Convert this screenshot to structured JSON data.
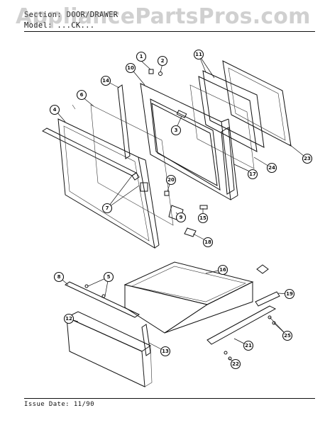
{
  "header": {
    "section_line": "Section: DOOR/DRAWER",
    "model_line": "Model: ...CK..."
  },
  "watermark": "AppliancePartsPros.com",
  "footer": {
    "issue": "Issue Date: 11/90"
  },
  "callouts": {
    "c1": "1",
    "c2": "2",
    "c3": "3",
    "c4": "4",
    "c5": "5",
    "c6": "6",
    "c7": "7",
    "c8": "8",
    "c9": "9",
    "c10": "10",
    "c11": "11",
    "c12": "12",
    "c13": "13",
    "c14": "14",
    "c15": "15",
    "c16": "16",
    "c17": "17",
    "c18": "18",
    "c19": "19",
    "c20": "20",
    "c21": "21",
    "c22": "22",
    "c23": "23",
    "c24": "24",
    "c25": "25"
  }
}
